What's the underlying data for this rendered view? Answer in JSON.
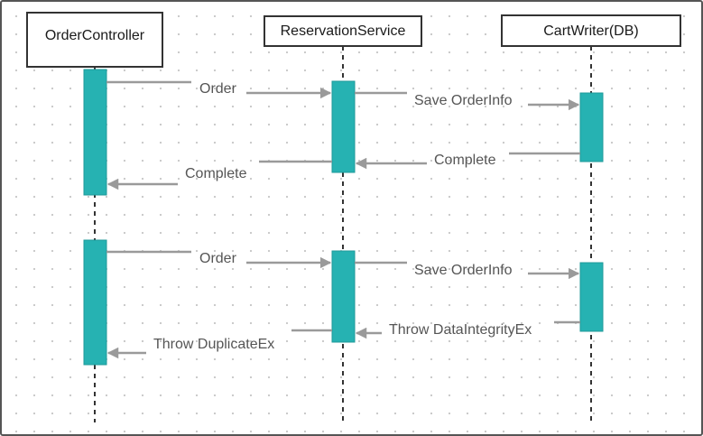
{
  "colors": {
    "activation": "#26b2b2",
    "activation_border": "#1f9a9a",
    "arrow": "#9a9a9a",
    "lifeline": "#333333",
    "text": "#555555"
  },
  "participants": [
    {
      "id": "order-controller",
      "name": "OrderController"
    },
    {
      "id": "reservation-service",
      "name": "ReservationService"
    },
    {
      "id": "cart-writer",
      "name": "CartWriter(DB)"
    }
  ],
  "messages": [
    {
      "label": "Order",
      "from": "OrderController",
      "to": "ReservationService"
    },
    {
      "label": "Save OrderInfo",
      "from": "ReservationService",
      "to": "CartWriter(DB)"
    },
    {
      "label": "Complete",
      "from": "CartWriter(DB)",
      "to": "ReservationService"
    },
    {
      "label": "Complete",
      "from": "ReservationService",
      "to": "OrderController"
    },
    {
      "label": "Order",
      "from": "OrderController",
      "to": "ReservationService"
    },
    {
      "label": "Save OrderInfo",
      "from": "ReservationService",
      "to": "CartWriter(DB)"
    },
    {
      "label": "Throw DataIntegrityEx",
      "from": "CartWriter(DB)",
      "to": "ReservationService"
    },
    {
      "label": "Throw DuplicateEx",
      "from": "ReservationService",
      "to": "OrderController"
    }
  ]
}
